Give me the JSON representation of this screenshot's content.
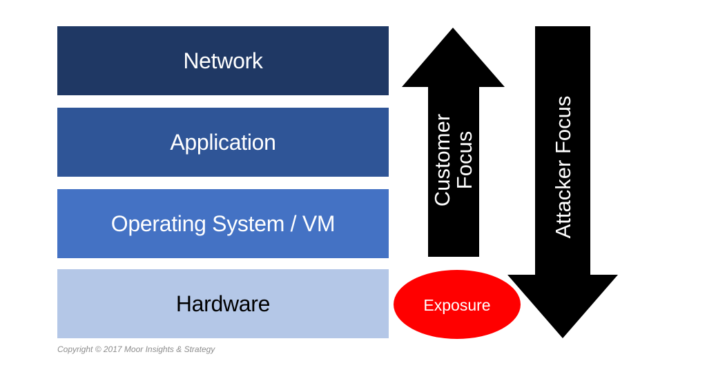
{
  "layers": [
    {
      "label": "Network",
      "bg": "#1f3864",
      "fg": "#ffffff"
    },
    {
      "label": "Application",
      "bg": "#2f5597",
      "fg": "#ffffff"
    },
    {
      "label": "Operating System / VM",
      "bg": "#4472c4",
      "fg": "#ffffff"
    },
    {
      "label": "Hardware",
      "bg": "#b4c7e7",
      "fg": "#000000"
    }
  ],
  "customer_arrow": {
    "line1": "Customer",
    "line2": "Focus",
    "direction": "up",
    "color": "#000000"
  },
  "attacker_arrow": {
    "label": "Attacker Focus",
    "direction": "down",
    "color": "#000000"
  },
  "exposure": {
    "label": "Exposure",
    "color": "#ff0000"
  },
  "copyright": "Copyright © 2017 Moor Insights & Strategy"
}
